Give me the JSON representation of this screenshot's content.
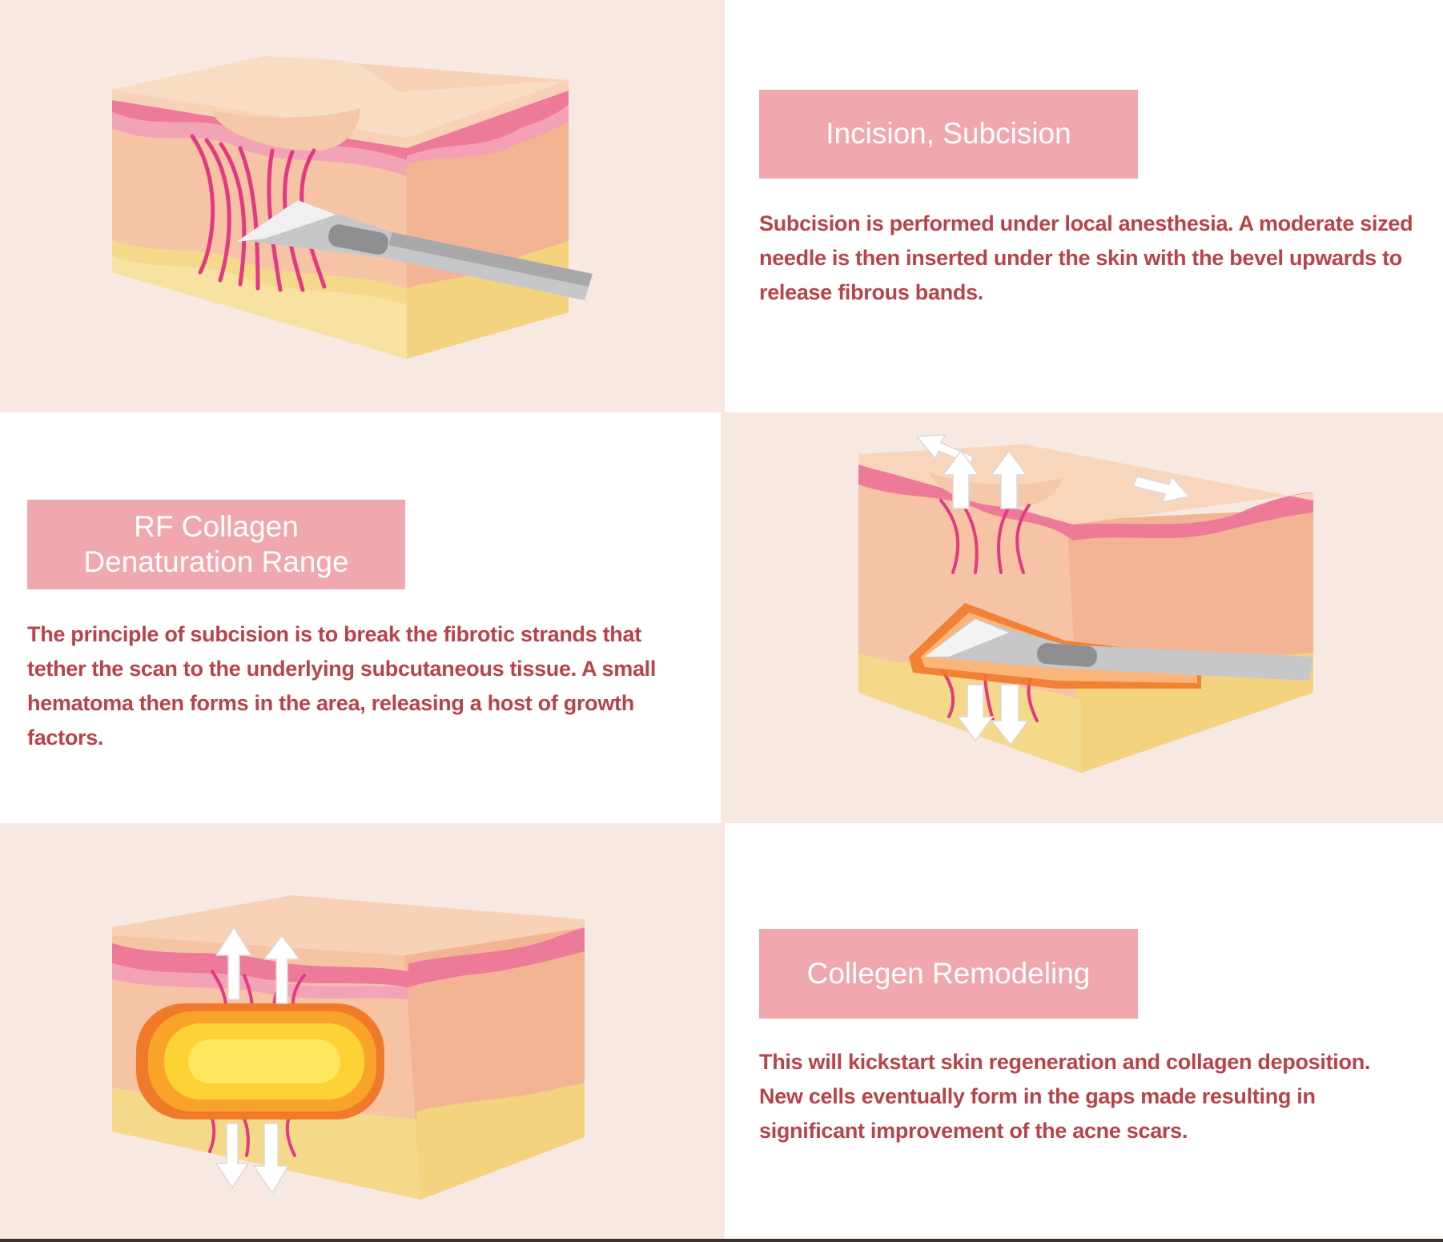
{
  "colors": {
    "panel_pink": "#f8e8e2",
    "label_bg": "#f0a8ae",
    "label_text": "#ffffff",
    "body_text": "#b8434a",
    "skin_top": "#f6cfb0",
    "dermis_pink": "#ee7a9a",
    "fat_yellow": "#f6dc8e",
    "needle_grey": "#b8b8ba",
    "heat_orange": "#f07a2a"
  },
  "steps": [
    {
      "title": "Incision, Subcision",
      "description": "Subcision is performed under local anesthesia. A moderate sized needle is then inserted under the skin with the bevel upwards to release fibrous bands.",
      "illustration": "skin-block-needle-icon"
    },
    {
      "title": "RF Collagen Denaturation Range",
      "title_lines": [
        "RF Collagen",
        "Denaturation Range"
      ],
      "description": "The principle of subcision is to break the fibrotic strands that tether the scan to the underlying subcutaneous tissue. A small hematoma then forms in the area, releasing a host of growth factors.",
      "illustration": "skin-block-rf-heating-icon"
    },
    {
      "title": "Collegen Remodeling",
      "description": "This will kickstart skin regeneration and collagen deposition. New cells eventually form in the gaps made resulting in significant improvement of the acne scars.",
      "illustration": "skin-block-remodeling-icon"
    }
  ]
}
